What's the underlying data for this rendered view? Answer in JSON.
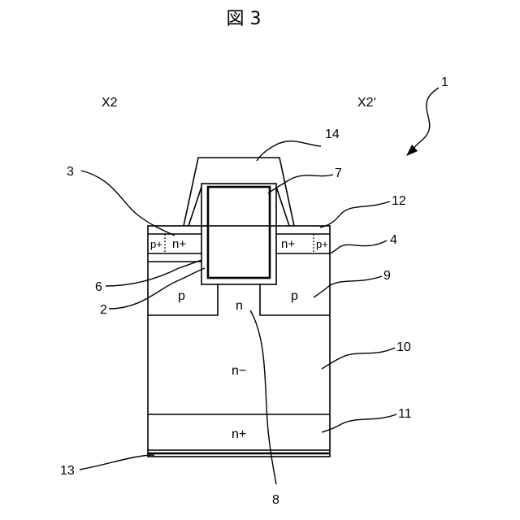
{
  "figure": {
    "title": "図 3"
  },
  "direction_labels": {
    "left": "X2",
    "right": "X2'"
  },
  "region_labels": {
    "p_plus_left": "p+",
    "n_plus_left": "n+",
    "n_plus_right": "n+",
    "p_plus_right": "p+",
    "p_left": "p",
    "p_right": "p",
    "n": "n",
    "n_minus": "n−",
    "n_plus_bottom": "n+"
  },
  "reference_numbers": {
    "r1": "1",
    "r2": "2",
    "r3": "3",
    "r4": "4",
    "r6": "6",
    "r7": "7",
    "r8": "8",
    "r9": "9",
    "r10": "10",
    "r11": "11",
    "r12": "12",
    "r13": "13",
    "r14": "14"
  }
}
